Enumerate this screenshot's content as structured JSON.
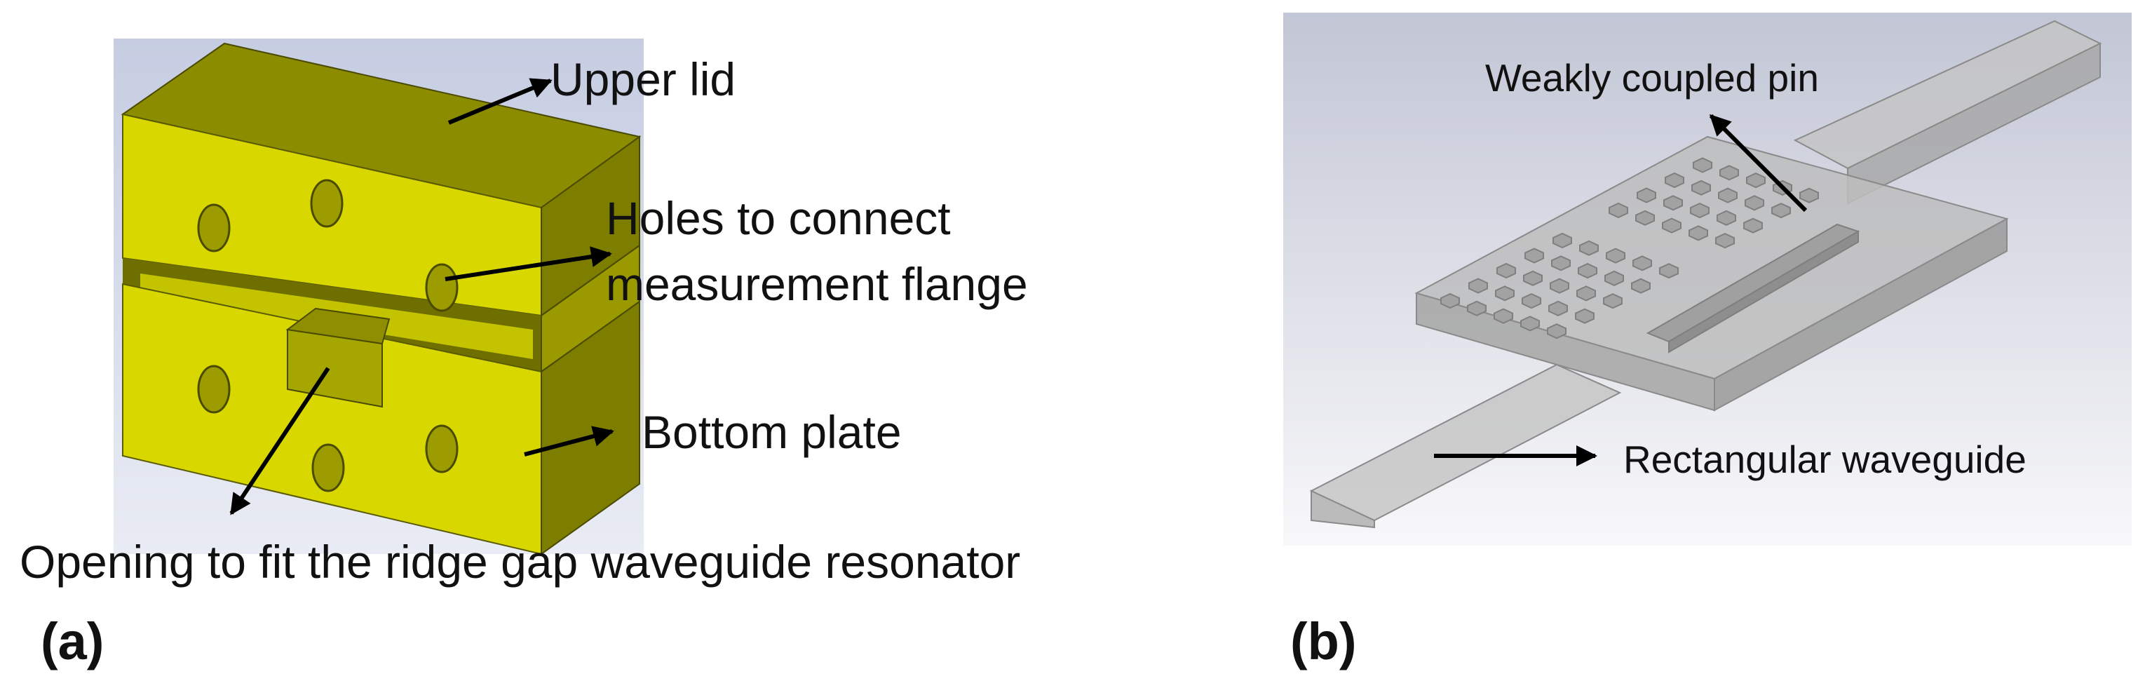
{
  "panel_a": {
    "tag": "(a)",
    "labels": {
      "upper_lid": "Upper lid",
      "holes_line1": "Holes to connect",
      "holes_line2": "measurement flange",
      "bottom_plate": "Bottom plate",
      "opening": "Opening to fit the ridge gap waveguide resonator"
    },
    "colors": {
      "body": "#d8d800",
      "side": "#7d7d00",
      "top": "#8c8c00",
      "background": "#c9cfe3"
    }
  },
  "panel_b": {
    "tag": "(b)",
    "labels": {
      "pin": "Weakly coupled pin",
      "waveguide": "Rectangular waveguide"
    },
    "colors": {
      "model": "#b4b4b4",
      "background_top": "#c3c7d6",
      "background_bottom": "#f7f7f9"
    }
  }
}
